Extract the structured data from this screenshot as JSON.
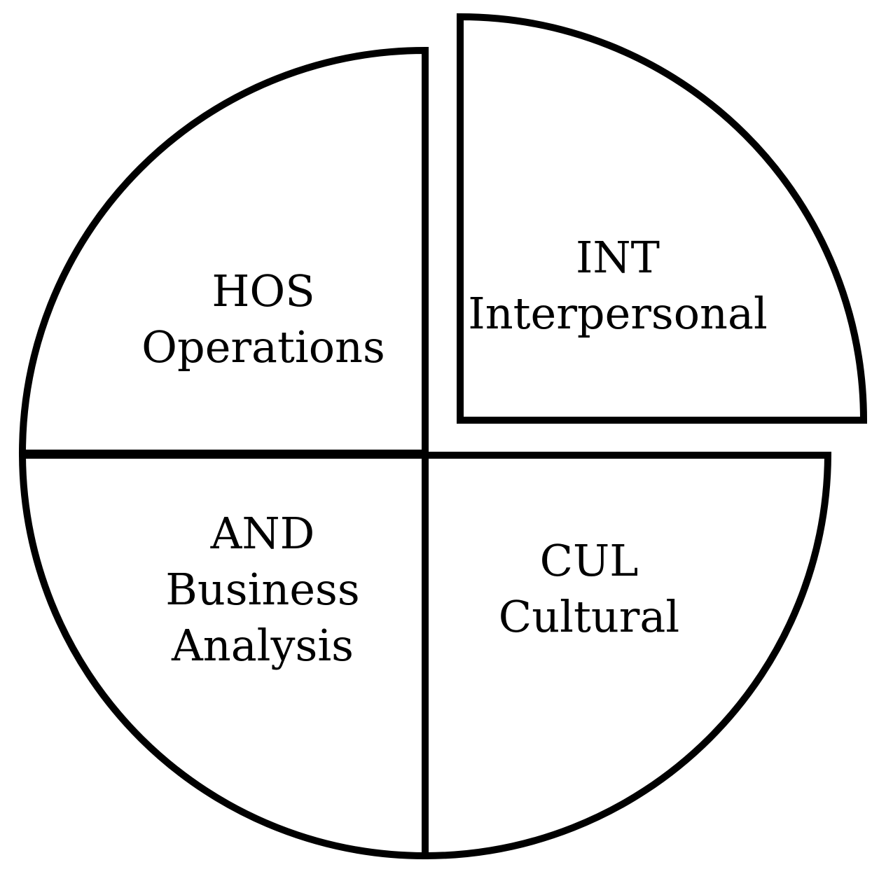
{
  "segments": [
    {
      "id": "hos",
      "code": "HOS",
      "lines": [
        "Operations"
      ]
    },
    {
      "id": "int",
      "code": "INT",
      "lines": [
        "Interpersonal"
      ]
    },
    {
      "id": "and",
      "code": "AND",
      "lines": [
        "Business",
        "Analysis"
      ]
    },
    {
      "id": "cul",
      "code": "CUL",
      "lines": [
        "Cultural"
      ]
    }
  ],
  "colors": {
    "stroke": "#000000",
    "fill": "#ffffff",
    "text": "#000000"
  }
}
